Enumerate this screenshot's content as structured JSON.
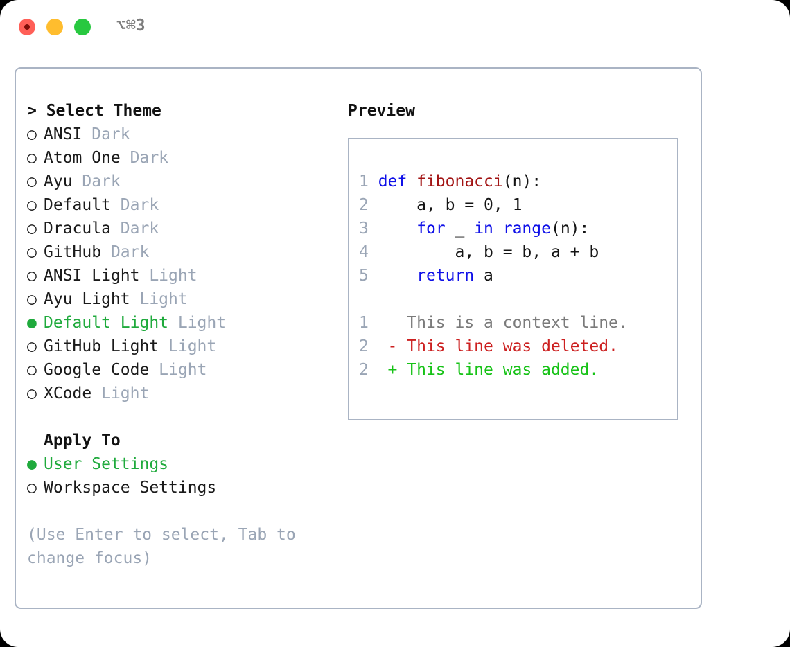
{
  "window": {
    "traffic_lights": [
      "close",
      "minimize",
      "maximize"
    ],
    "shortcut": "⌥⌘3",
    "colors": {
      "close": "#ff5f57",
      "minimize": "#ffbd2e",
      "maximize": "#28c840",
      "panel_border": "#aab4c4",
      "accent_green": "#1faa3c",
      "muted_text": "#9aa5b5",
      "keyword_blue": "#0f10e8",
      "function_red": "#a21414",
      "diff_delete": "#cc2020",
      "diff_add": "#16c216"
    }
  },
  "theme_picker": {
    "header": "> Select Theme",
    "bullet_unselected": "○",
    "bullet_selected": "●",
    "items": [
      {
        "name": "ANSI",
        "variant": "Dark",
        "selected": false
      },
      {
        "name": "Atom One",
        "variant": "Dark",
        "selected": false
      },
      {
        "name": "Ayu",
        "variant": "Dark",
        "selected": false
      },
      {
        "name": "Default",
        "variant": "Dark",
        "selected": false
      },
      {
        "name": "Dracula",
        "variant": "Dark",
        "selected": false
      },
      {
        "name": "GitHub",
        "variant": "Dark",
        "selected": false
      },
      {
        "name": "ANSI Light",
        "variant": "Light",
        "selected": false
      },
      {
        "name": "Ayu Light",
        "variant": "Light",
        "selected": false
      },
      {
        "name": "Default Light",
        "variant": "Light",
        "selected": true
      },
      {
        "name": "GitHub Light",
        "variant": "Light",
        "selected": false
      },
      {
        "name": "Google Code",
        "variant": "Light",
        "selected": false
      },
      {
        "name": "XCode",
        "variant": "Light",
        "selected": false
      }
    ]
  },
  "apply_to": {
    "header": "Apply To",
    "items": [
      {
        "name": "User Settings",
        "selected": true
      },
      {
        "name": "Workspace Settings",
        "selected": false
      }
    ]
  },
  "hint": "(Use Enter to select, Tab to change focus)",
  "preview": {
    "title": "Preview",
    "code_lines": [
      {
        "num": "1",
        "indent": "",
        "tokens": [
          {
            "t": "def ",
            "c": "kw"
          },
          {
            "t": "fibonacci",
            "c": "fn"
          },
          {
            "t": "(n):",
            "c": "plain"
          }
        ]
      },
      {
        "num": "2",
        "indent": "    ",
        "tokens": [
          {
            "t": "a, b = 0, 1",
            "c": "plain"
          }
        ]
      },
      {
        "num": "3",
        "indent": "    ",
        "tokens": [
          {
            "t": "for ",
            "c": "kw"
          },
          {
            "t": "_ ",
            "c": "plain"
          },
          {
            "t": "in ",
            "c": "kw"
          },
          {
            "t": "range",
            "c": "kw"
          },
          {
            "t": "(n):",
            "c": "plain"
          }
        ]
      },
      {
        "num": "4",
        "indent": "        ",
        "tokens": [
          {
            "t": "a, b = b, a + b",
            "c": "plain"
          }
        ]
      },
      {
        "num": "5",
        "indent": "    ",
        "tokens": [
          {
            "t": "return ",
            "c": "kw"
          },
          {
            "t": "a",
            "c": "plain"
          }
        ]
      }
    ],
    "diff_lines": [
      {
        "num": "1",
        "marker": " ",
        "text": " This is a context line.",
        "kind": "ctx"
      },
      {
        "num": "2",
        "marker": "-",
        "text": " This line was deleted.",
        "kind": "del"
      },
      {
        "num": "2",
        "marker": "+",
        "text": " This line was added.",
        "kind": "add"
      }
    ]
  }
}
